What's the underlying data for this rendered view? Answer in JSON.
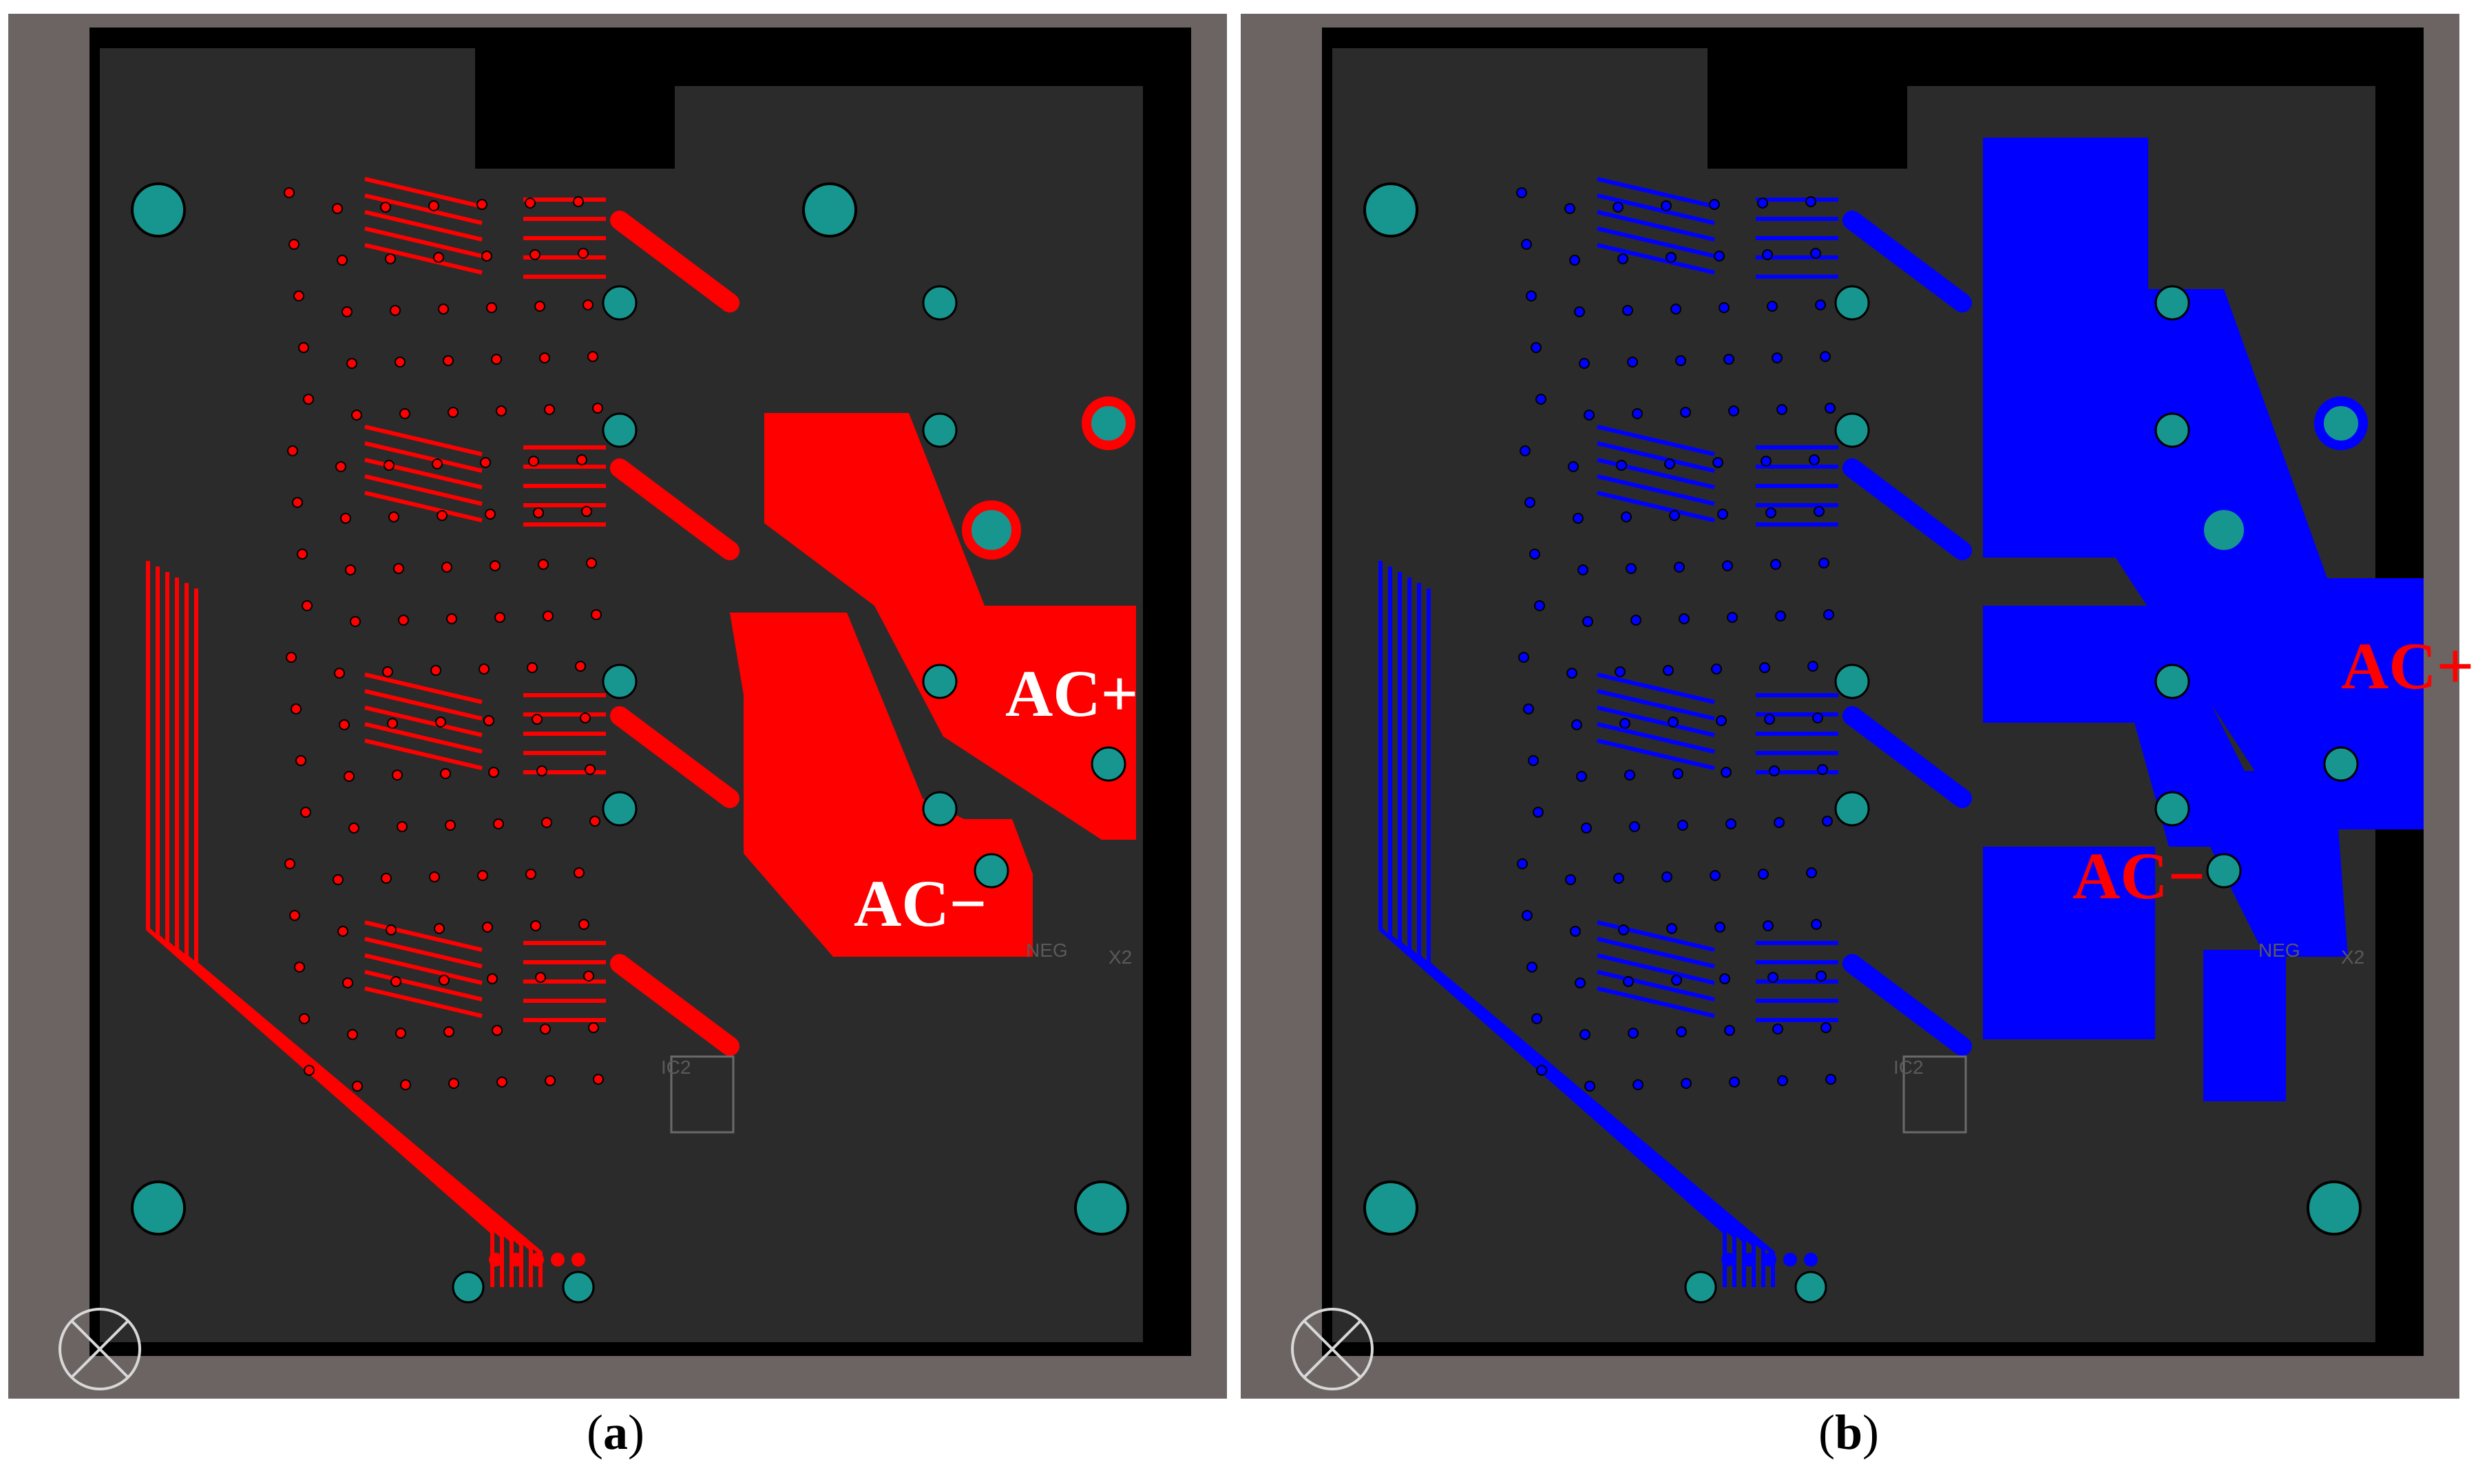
{
  "panels": [
    {
      "id": "a",
      "caption": "a",
      "layer_color": "#ff0000",
      "label_color": "#ffffff",
      "labels": {
        "ac_plus": "AC+",
        "ac_minus": "AC−",
        "ic": "IC2",
        "neg": "NEG",
        "conn": "X2"
      }
    },
    {
      "id": "b",
      "caption": "b",
      "layer_color": "#0000ff",
      "label_color": "#ff0000",
      "labels": {
        "ac_plus": "AC+",
        "ac_minus": "AC−",
        "ic": "IC2",
        "neg": "NEG",
        "conn": "X2"
      }
    }
  ],
  "colors": {
    "frame": "#6b6463",
    "board": "#2b2b2b",
    "background": "#000000",
    "pad": "#17968f"
  }
}
